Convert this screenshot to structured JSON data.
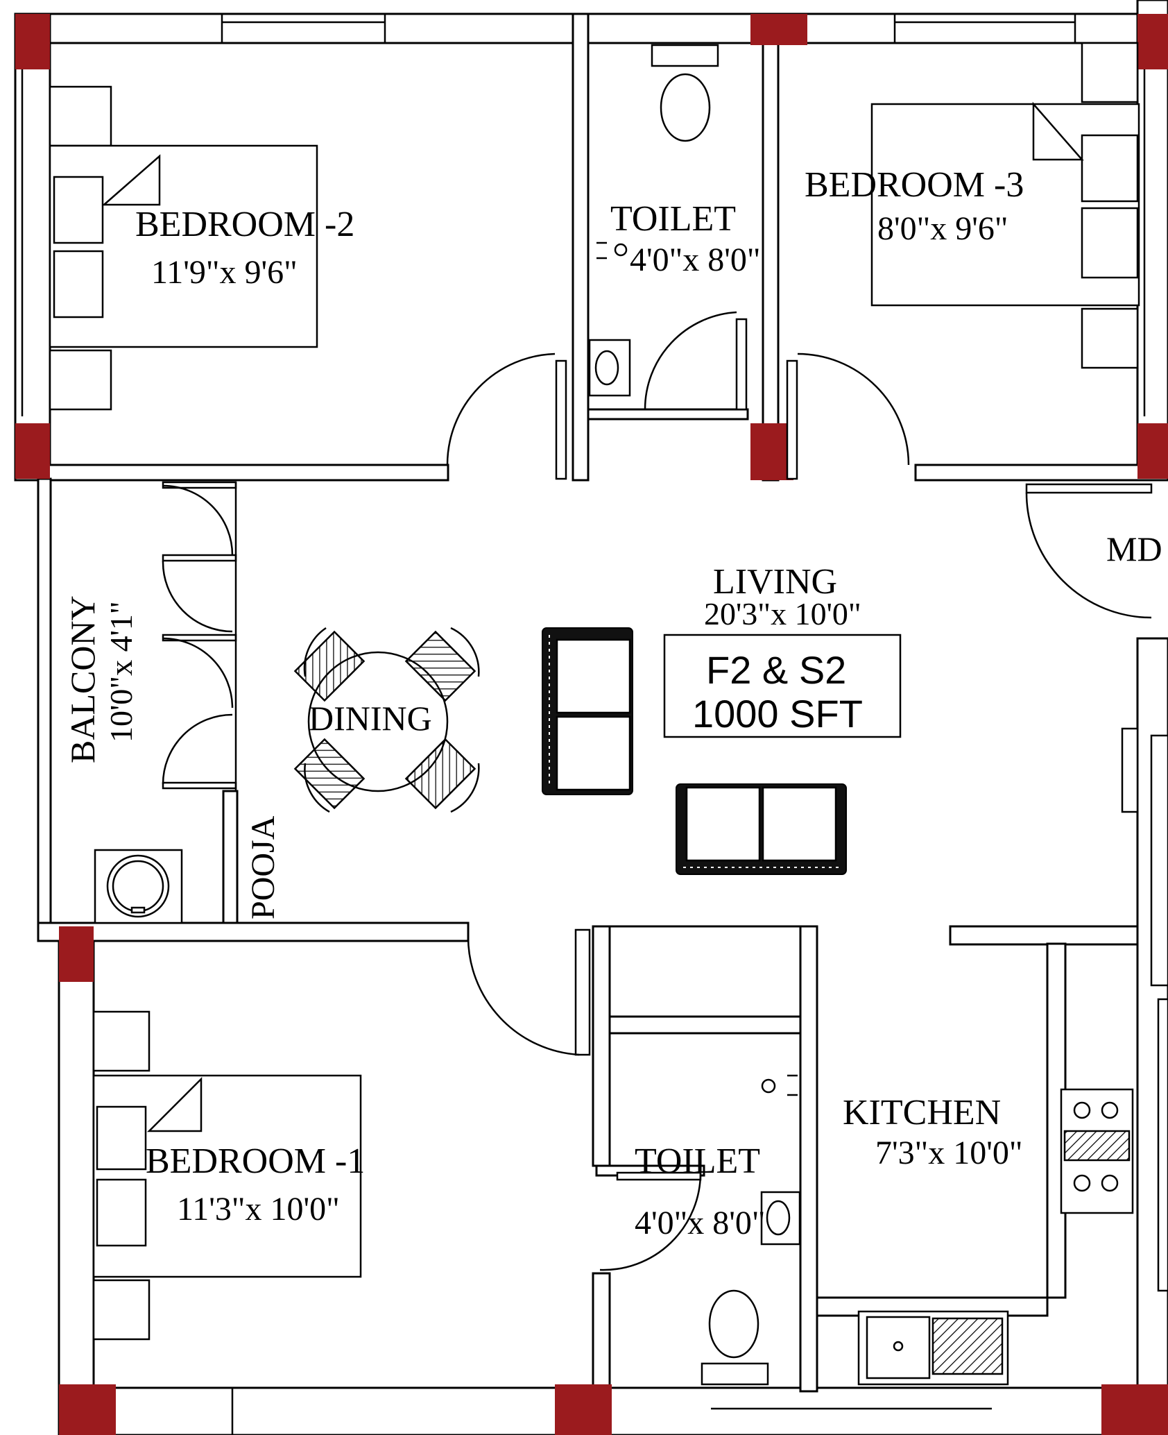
{
  "plan": {
    "rooms": {
      "bedroom2": {
        "name": "BEDROOM -2",
        "size": "11'9\"x 9'6\""
      },
      "toilet_top": {
        "name": "TOILET",
        "size": "4'0\"x 8'0\""
      },
      "bedroom3": {
        "name": "BEDROOM -3",
        "size": "8'0\"x 9'6\""
      },
      "md": {
        "name": "MD"
      },
      "living": {
        "name": "LIVING",
        "size": "20'3\"x 10'0\""
      },
      "balcony": {
        "name": "BALCONY",
        "size": "10'0\"x 4'1\""
      },
      "dining": {
        "name": "DINING"
      },
      "pooja": {
        "name": "POOJA"
      },
      "bedroom1": {
        "name": "BEDROOM -1",
        "size": "11'3\"x 10'0\""
      },
      "toilet_bottom": {
        "name": "TOILET",
        "size": "4'0\"x 8'0\""
      },
      "kitchen": {
        "name": "KITCHEN",
        "size": "7'3\"x 10'0\""
      }
    },
    "title_box": {
      "line1": "F2 & S2",
      "line2": "1000 SFT"
    },
    "colors": {
      "column": "#9b1b1e",
      "line": "#000000",
      "background": "#ffffff"
    }
  }
}
